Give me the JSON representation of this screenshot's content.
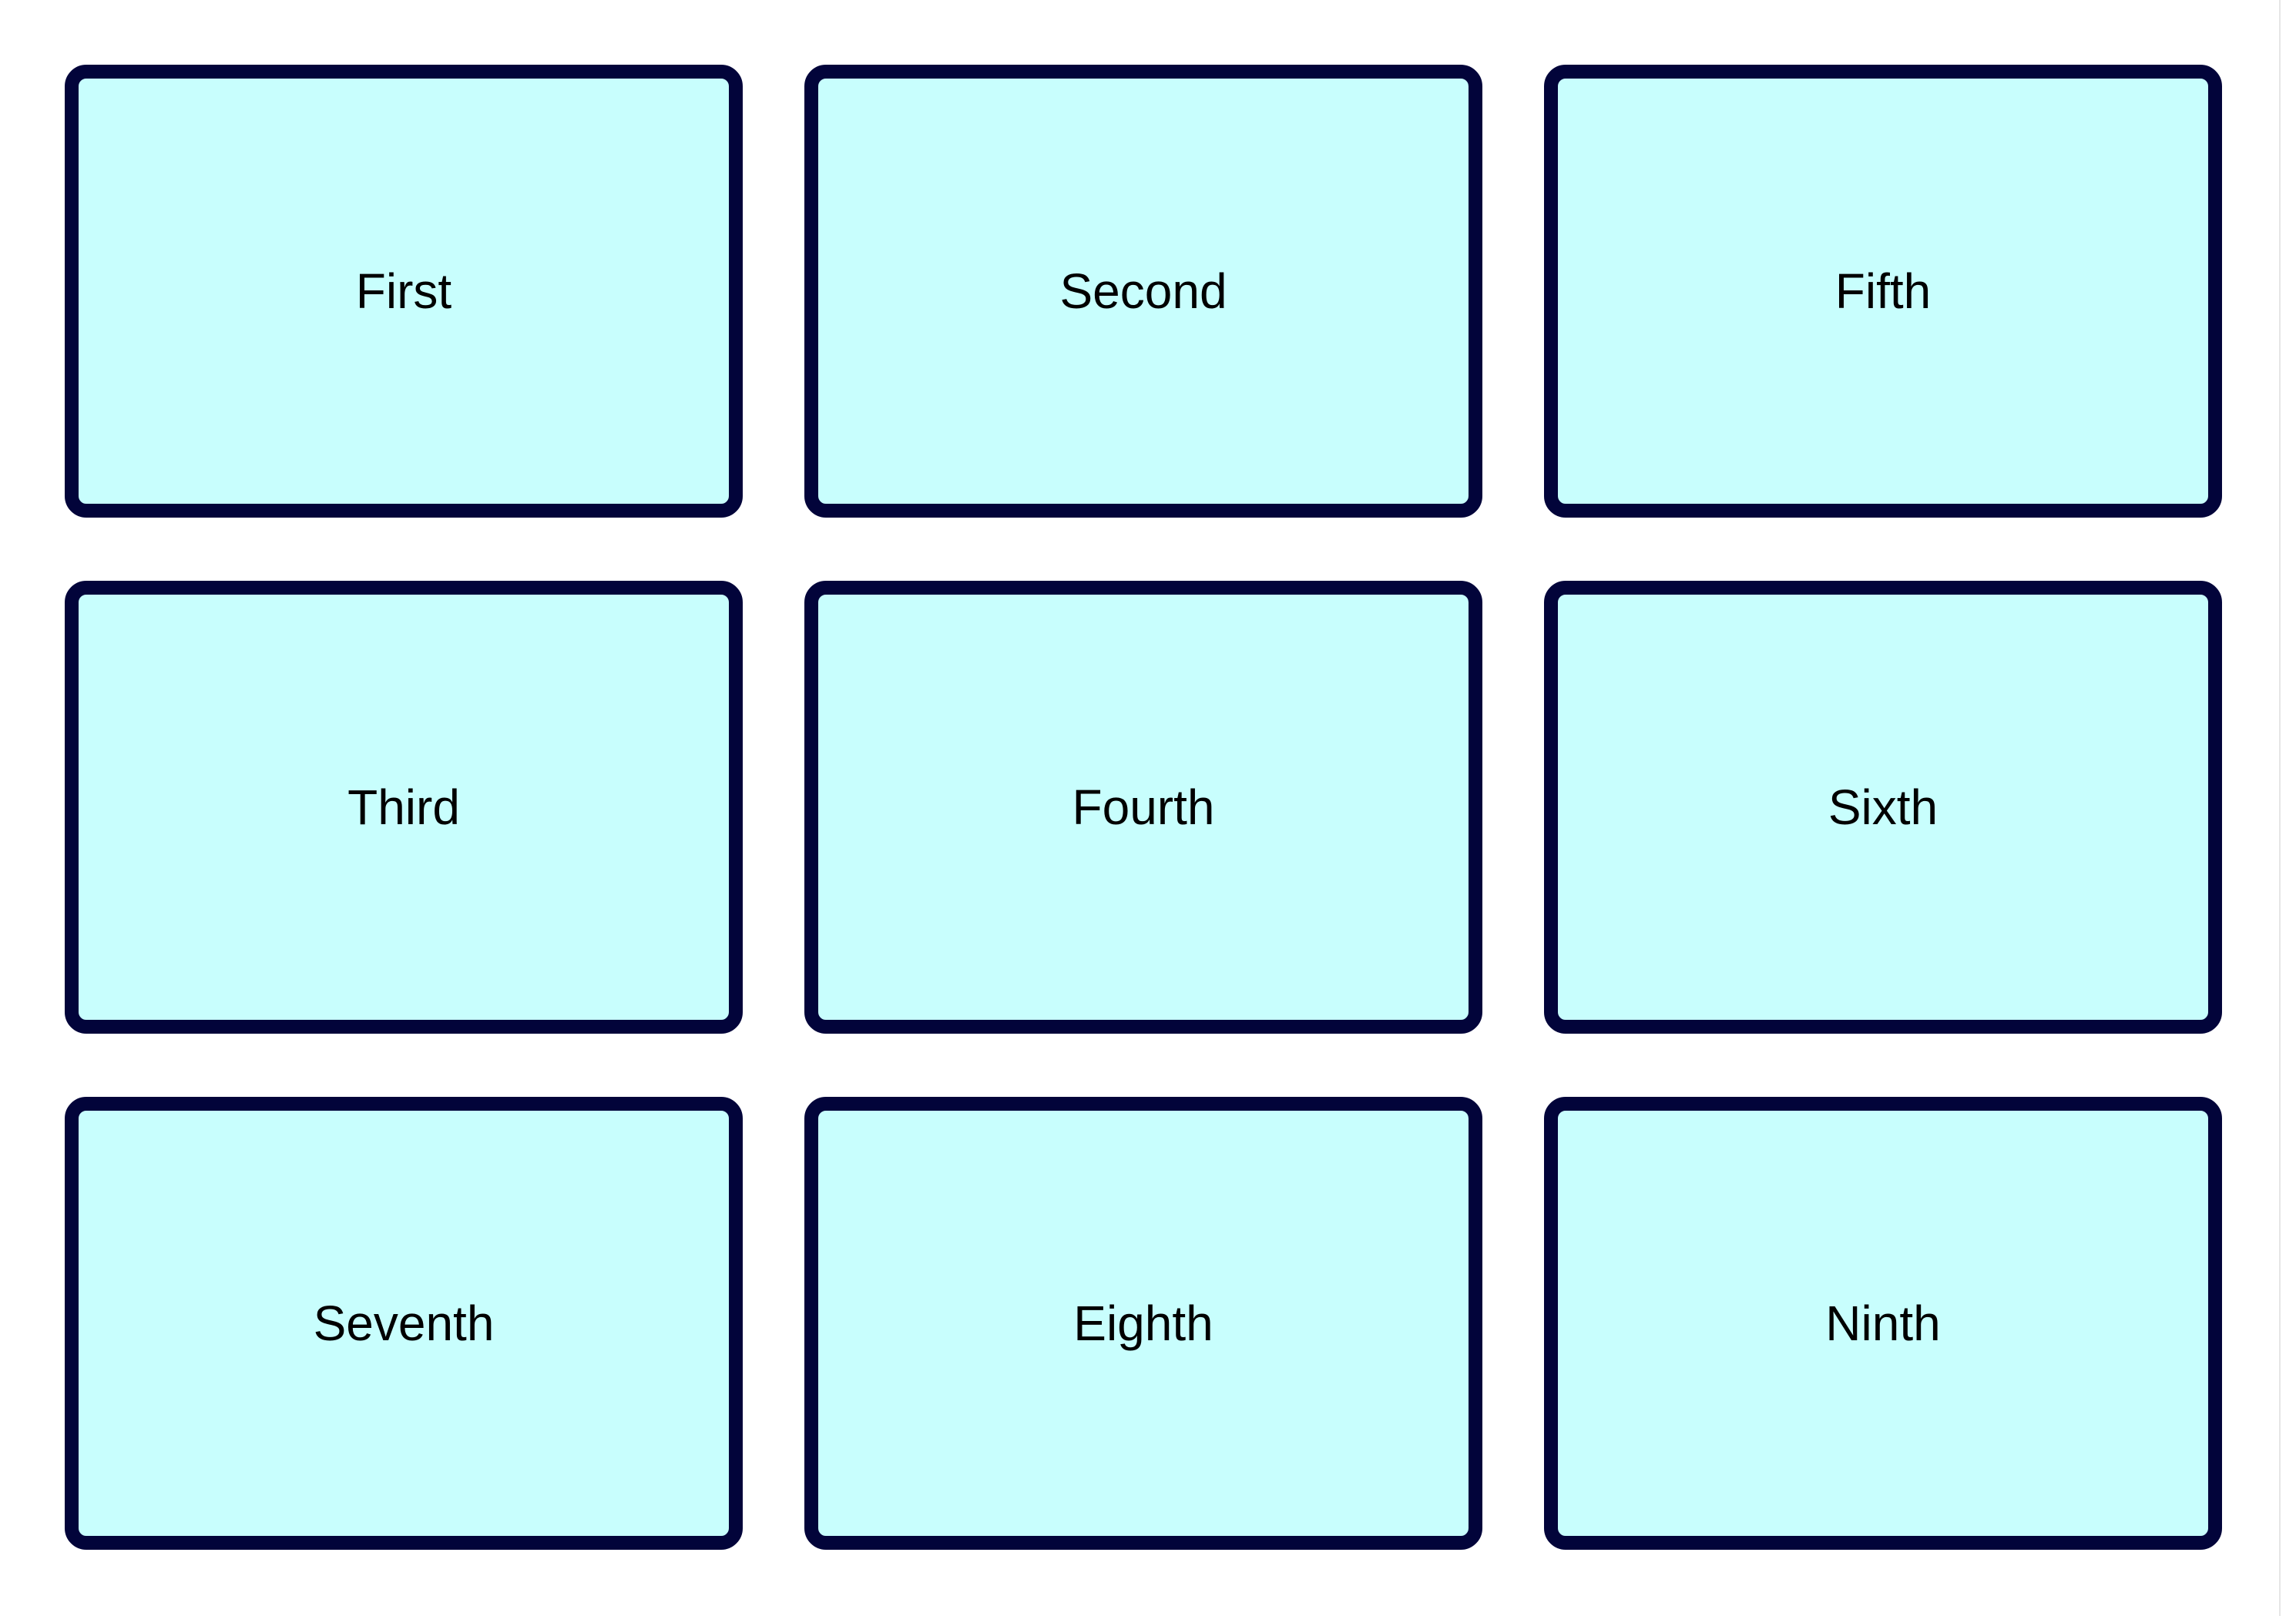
{
  "colors": {
    "card_fill": "#c8fefd",
    "card_border": "#02043a",
    "label_text": "#000000",
    "page_background": "#ffffff"
  },
  "cards": [
    {
      "label": "First"
    },
    {
      "label": "Second"
    },
    {
      "label": "Fifth"
    },
    {
      "label": "Third"
    },
    {
      "label": "Fourth"
    },
    {
      "label": "Sixth"
    },
    {
      "label": "Seventh"
    },
    {
      "label": "Eighth"
    },
    {
      "label": "Ninth"
    }
  ]
}
